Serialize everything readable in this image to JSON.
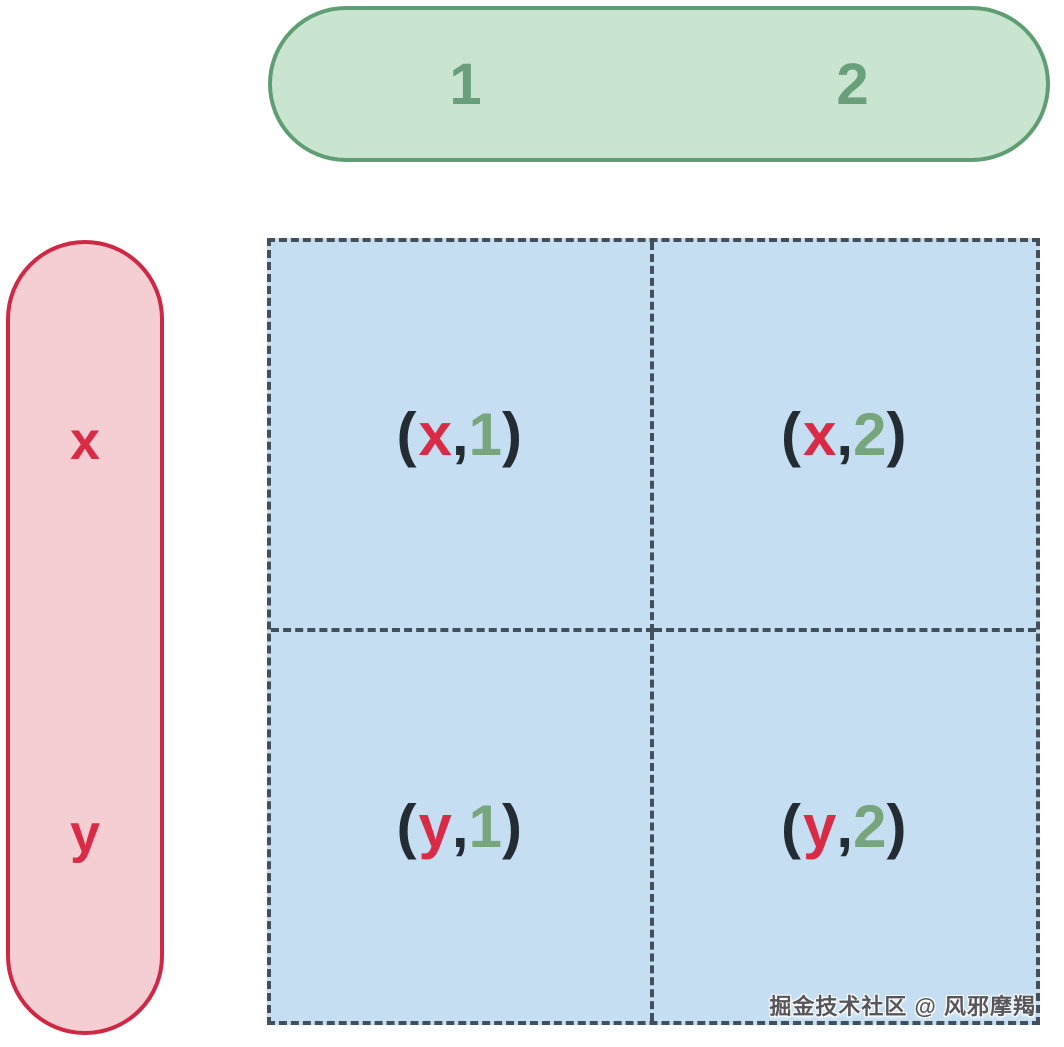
{
  "colors": {
    "page-bg": "#ffffff",
    "green-fill": "#c9e5d0",
    "green-border": "#5f9e74",
    "green-text": "#69a07b",
    "pink-fill": "#f5ced4",
    "pink-border": "#cf2845",
    "red-text": "#d92b45",
    "blue-fill": "#c5def1",
    "dash-color": "#41505c",
    "dark-text": "#232b33",
    "cell-green": "#77a67d",
    "watermark-color": "#55555a"
  },
  "top_header": {
    "item1": "1",
    "item2": "2"
  },
  "left_header": {
    "item1": "x",
    "item2": "y"
  },
  "grid": {
    "cells": [
      {
        "open": "(",
        "first": "x",
        "comma": ",",
        "second": "1",
        "close": ")"
      },
      {
        "open": "(",
        "first": "x",
        "comma": ",",
        "second": "2",
        "close": ")"
      },
      {
        "open": "(",
        "first": "y",
        "comma": ",",
        "second": "1",
        "close": ")"
      },
      {
        "open": "(",
        "first": "y",
        "comma": ",",
        "second": "2",
        "close": ")"
      }
    ]
  },
  "watermark": {
    "text": "掘金技术社区 @ 风邪摩羯"
  }
}
